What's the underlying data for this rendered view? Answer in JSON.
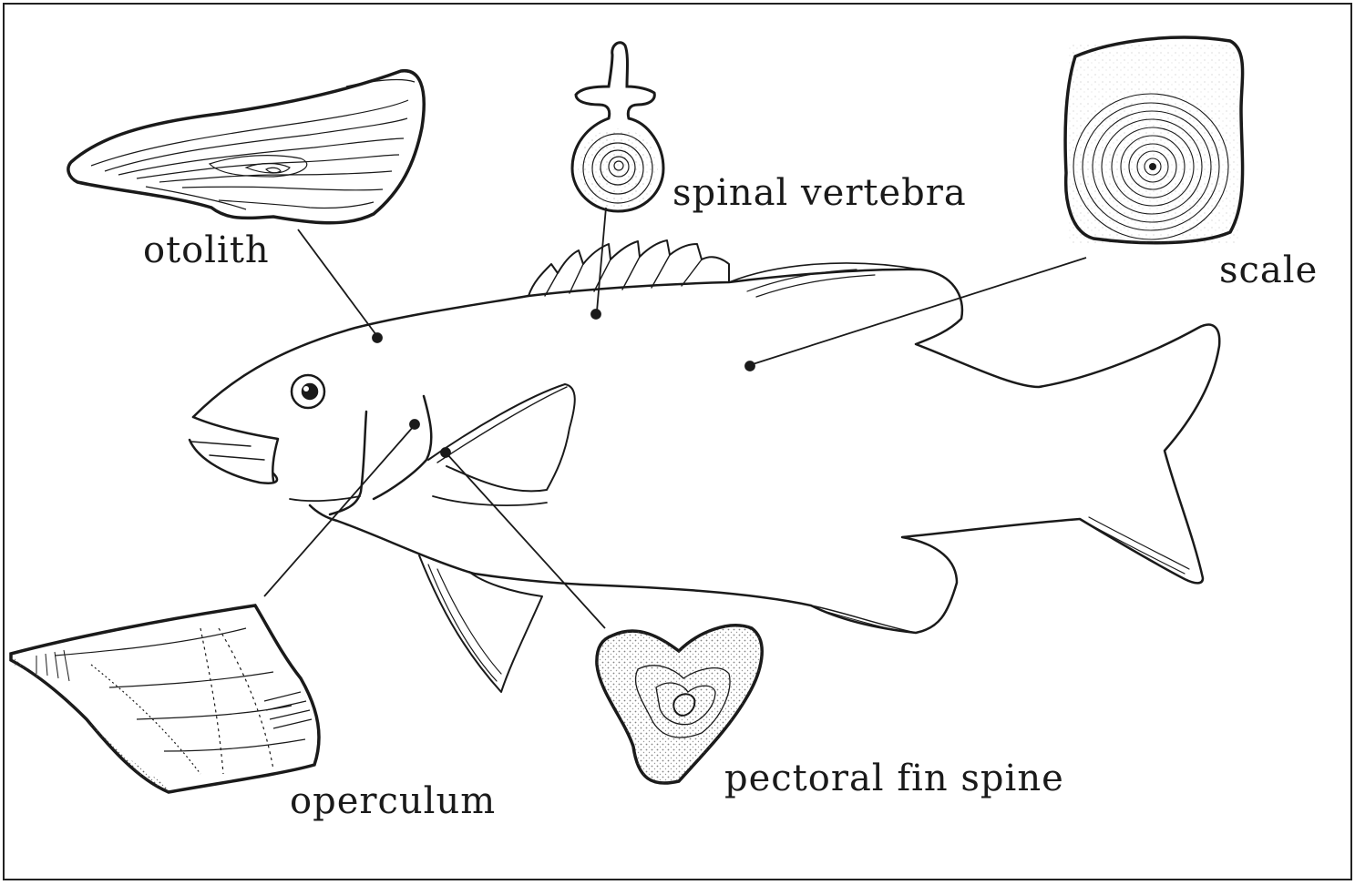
{
  "labels": {
    "otolith": "otolith",
    "spinal_vertebra": "spinal vertebra",
    "scale": "scale",
    "operculum": "operculum",
    "pectoral_fin_spine": "pectoral fin spine"
  },
  "colors": {
    "ink": "#1a1a1a",
    "background": "#ffffff"
  }
}
